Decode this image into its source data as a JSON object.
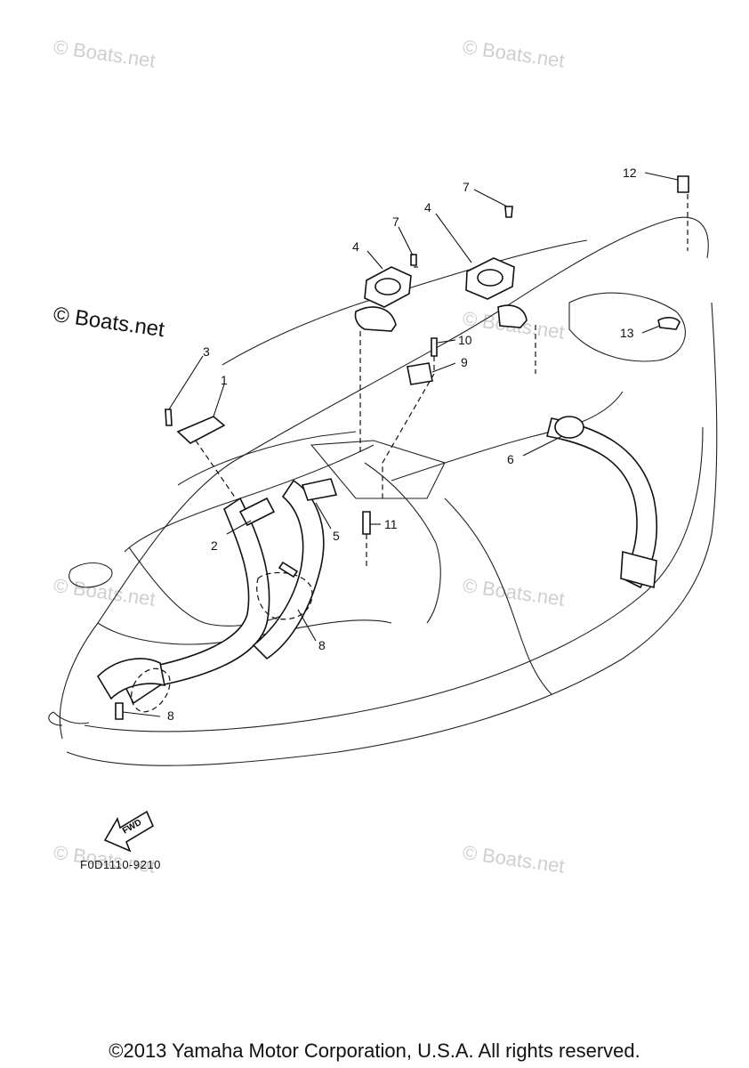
{
  "watermarks": {
    "main": "© Boats.net",
    "faint": "© Boats.net"
  },
  "callouts": [
    {
      "id": "c1",
      "label": "1"
    },
    {
      "id": "c2",
      "label": "2"
    },
    {
      "id": "c3",
      "label": "3"
    },
    {
      "id": "c4a",
      "label": "4"
    },
    {
      "id": "c4b",
      "label": "4"
    },
    {
      "id": "c5",
      "label": "5"
    },
    {
      "id": "c6",
      "label": "6"
    },
    {
      "id": "c7a",
      "label": "7"
    },
    {
      "id": "c7b",
      "label": "7"
    },
    {
      "id": "c8a",
      "label": "8"
    },
    {
      "id": "c8b",
      "label": "8"
    },
    {
      "id": "c9",
      "label": "9"
    },
    {
      "id": "c10",
      "label": "10"
    },
    {
      "id": "c11",
      "label": "11"
    },
    {
      "id": "c12",
      "label": "12"
    },
    {
      "id": "c13",
      "label": "13"
    }
  ],
  "fwd_label": "FWD",
  "drawing_code": "F0D1110-9210",
  "copyright": "©2013 Yamaha Motor Corporation, U.S.A. All rights reserved."
}
